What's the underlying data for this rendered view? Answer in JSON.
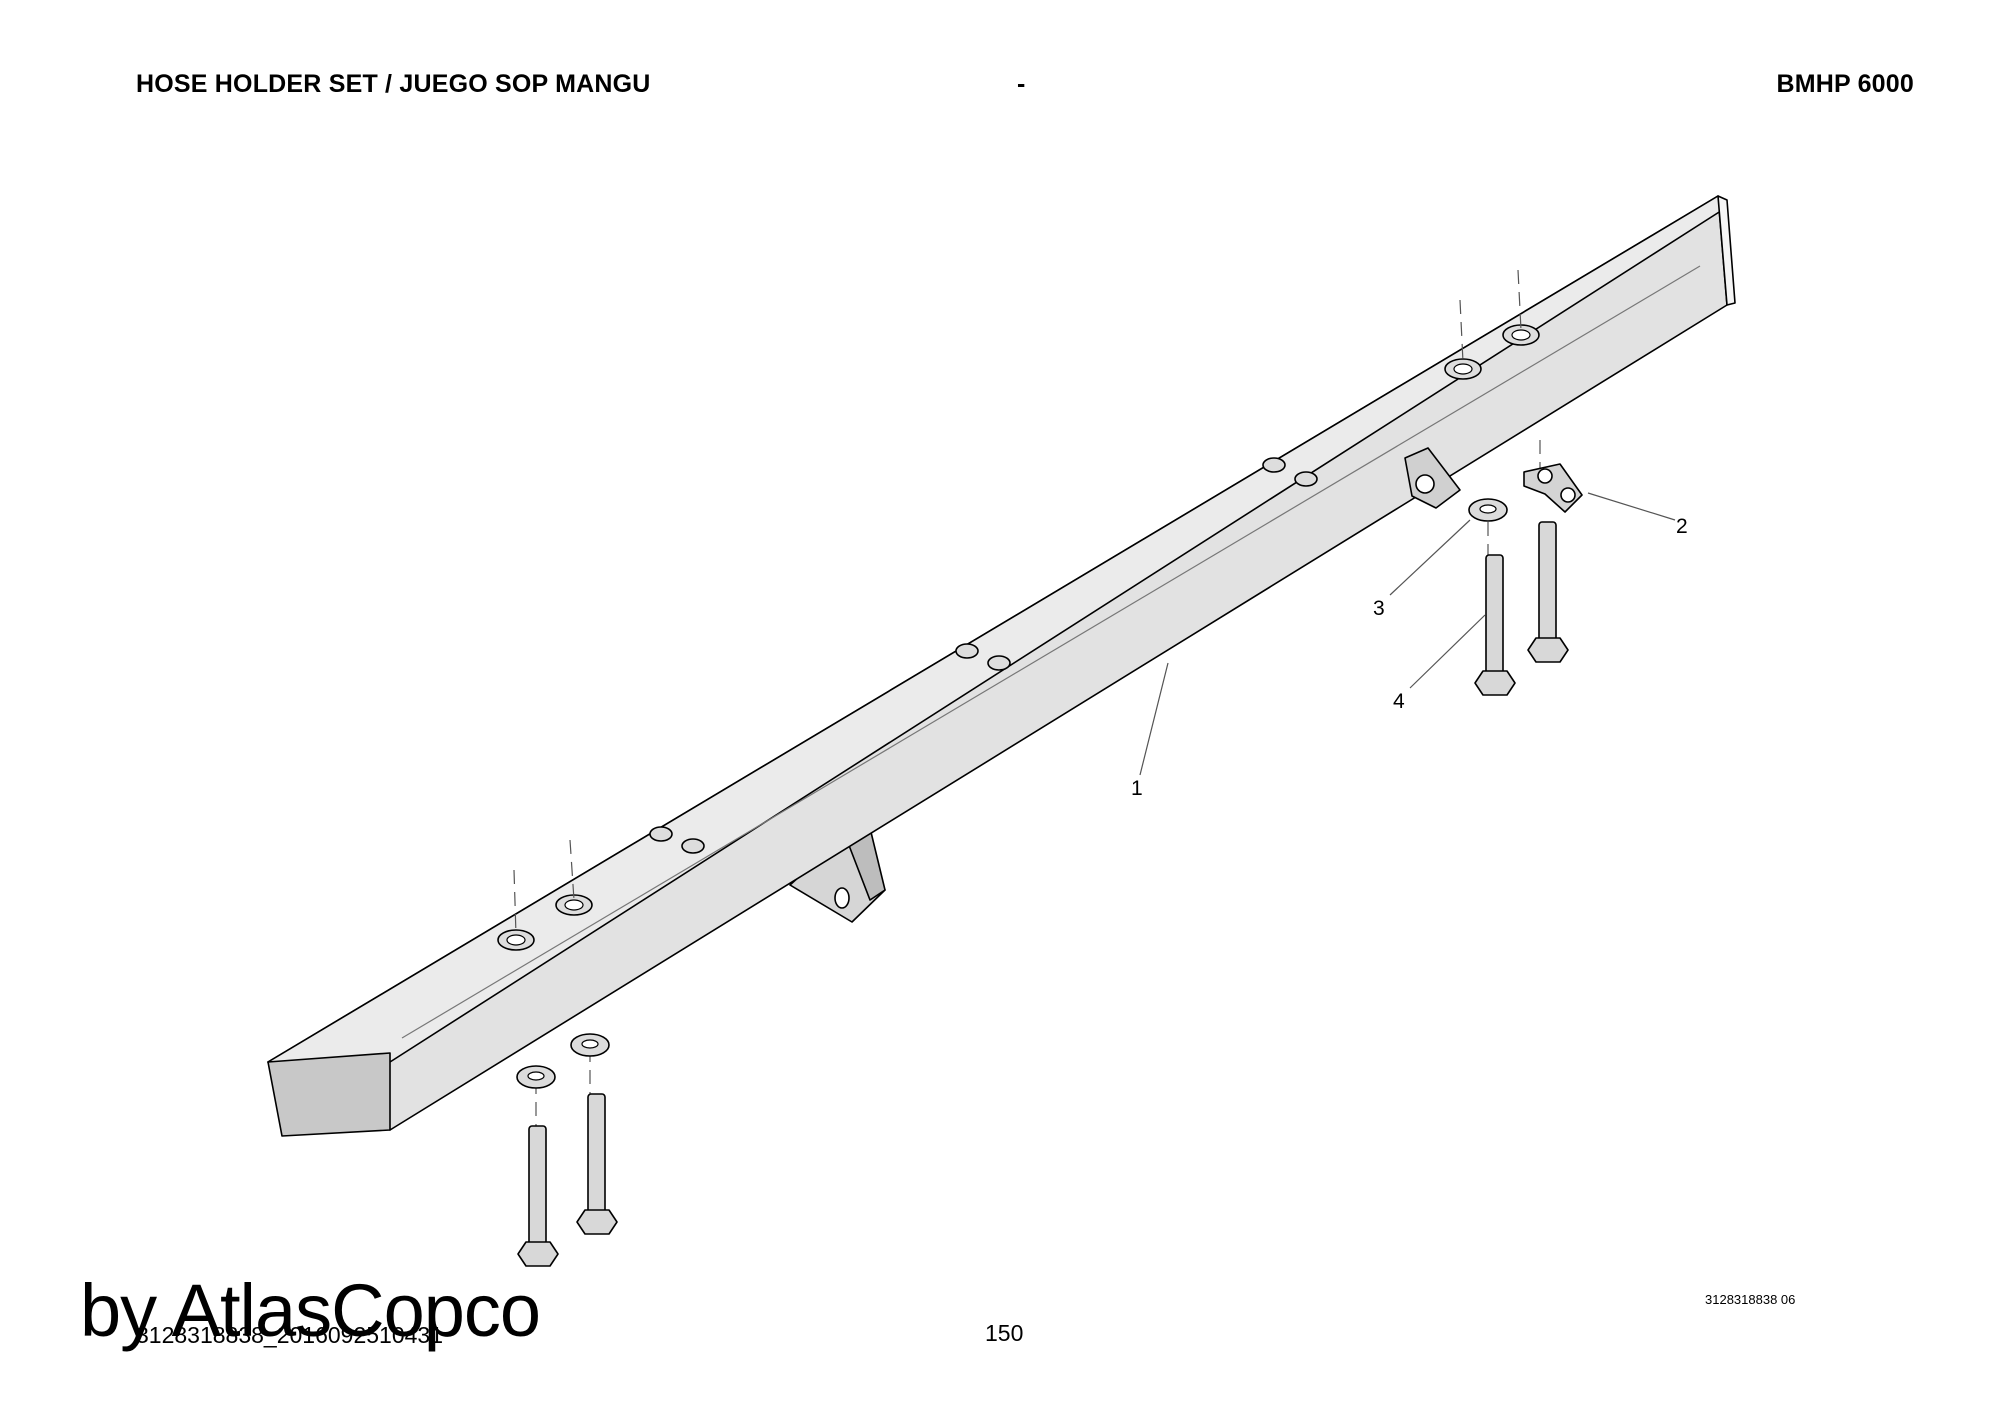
{
  "header": {
    "title": "HOSE HOLDER SET / JUEGO SOP MANGU",
    "separator": "-",
    "model": "BMHP 6000"
  },
  "callouts": {
    "c1": "1",
    "c2": "2",
    "c3": "3",
    "c4": "4"
  },
  "footer": {
    "drawing_code": "3128318838 06",
    "page_number": "150",
    "doc_ref": "3128318838_2016092510431",
    "watermark": "by AtlasCopco"
  }
}
